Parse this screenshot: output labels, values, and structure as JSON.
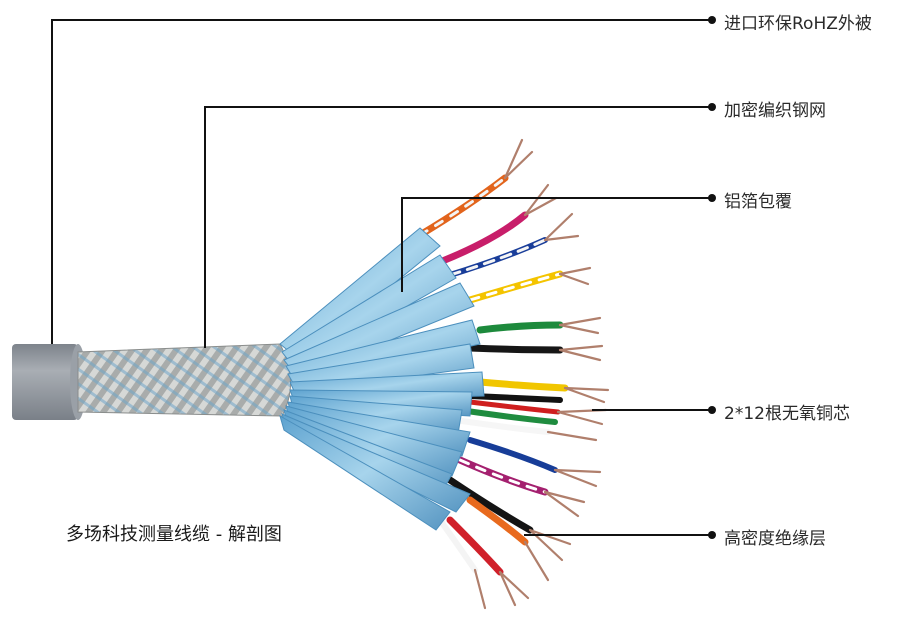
{
  "caption": "多场科技测量线缆 - 解剖图",
  "callouts": [
    {
      "label": "进口环保RoHZ外被"
    },
    {
      "label": "加密编织钢网"
    },
    {
      "label": "铝箔包覆"
    },
    {
      "label": "2*12根无氧铜芯"
    },
    {
      "label": "高密度绝缘层"
    }
  ],
  "colors": {
    "jacket": "#8e949c",
    "braid": "#b9bcbc",
    "foil": "#7fb9dc",
    "copper": "#b07f6c",
    "leader_line": "#111111"
  }
}
